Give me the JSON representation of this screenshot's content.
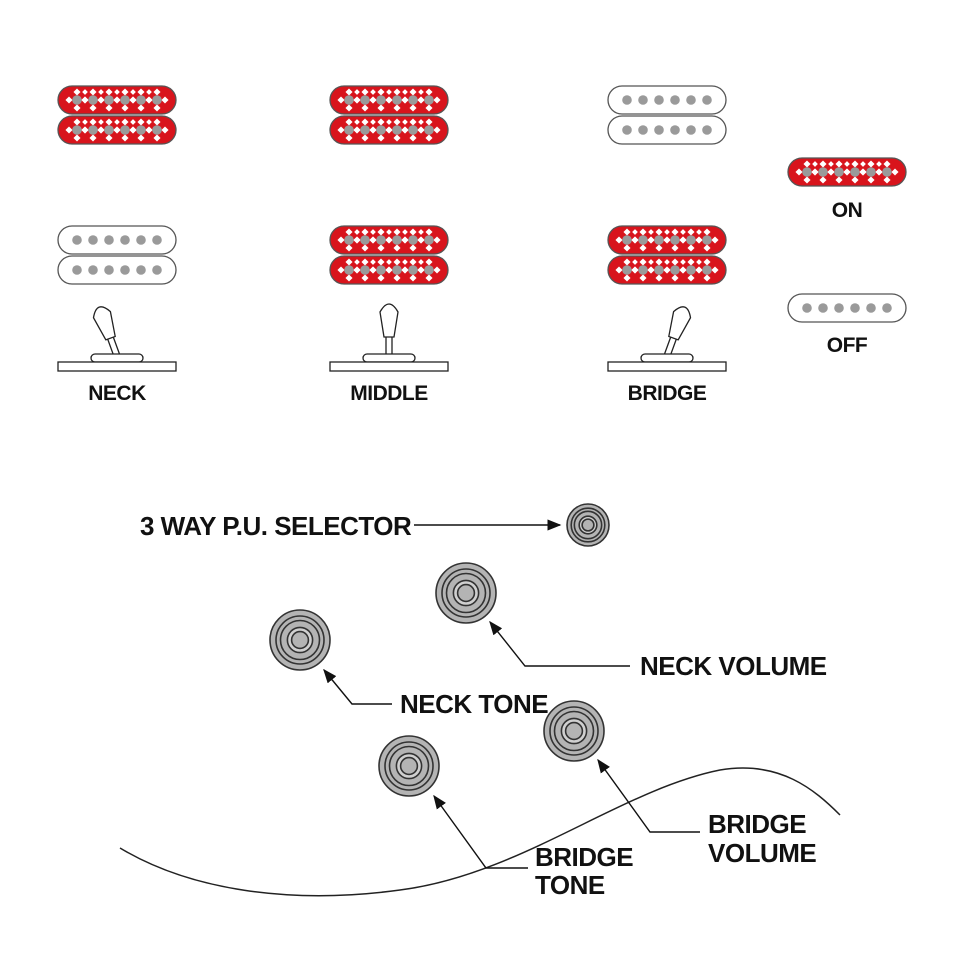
{
  "colors": {
    "on_fill": "#d8141c",
    "off_fill": "#ffffff",
    "pole": "#9a9a9a",
    "outline": "#555555",
    "knob": "#b4b4b4"
  },
  "positions": [
    {
      "label": "NECK",
      "neck_on": true,
      "bridge_on": false,
      "lever": "left"
    },
    {
      "label": "MIDDLE",
      "neck_on": true,
      "bridge_on": true,
      "lever": "center"
    },
    {
      "label": "BRIDGE",
      "neck_on": false,
      "bridge_on": true,
      "lever": "right"
    }
  ],
  "legend": {
    "on": "ON",
    "off": "OFF"
  },
  "controls": {
    "selector": "3 WAY P.U. SELECTOR",
    "neck_volume": "NECK VOLUME",
    "neck_tone": "NECK TONE",
    "bridge_volume": [
      "BRIDGE",
      "VOLUME"
    ],
    "bridge_tone": [
      "BRIDGE",
      "TONE"
    ]
  }
}
